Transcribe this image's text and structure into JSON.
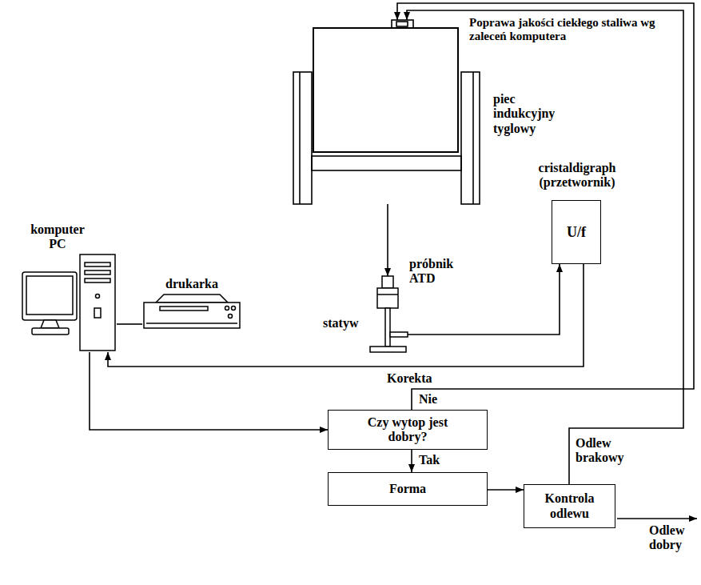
{
  "diagram": {
    "nodes": [
      {
        "text": [
          "piec indukcyjny tyglowy"
        ]
      },
      {
        "text": [
          "próbnik ATD",
          "statyw"
        ]
      },
      {
        "text": [
          "cristaldigraph (przetwornik)",
          "U/f"
        ]
      },
      {
        "text": [
          "komputer PC"
        ]
      },
      {
        "text": [
          "drukarka"
        ]
      },
      {
        "text": [
          "Czy wytop jest dobry?"
        ]
      },
      {
        "text": [
          "Forma"
        ]
      },
      {
        "text": [
          "Kontrola odlewu"
        ]
      }
    ],
    "edges": [
      {
        "from": 0,
        "to": 1,
        "arrow": "to"
      },
      {
        "from": 1,
        "to": 2,
        "arrow": "to"
      },
      {
        "from": 2,
        "to": 3,
        "arrow": "to"
      },
      {
        "from": 3,
        "to": 4,
        "arrow": "none"
      },
      {
        "from": 3,
        "to": 5,
        "arrow": "to"
      },
      {
        "from": 5,
        "to": 0,
        "label": "Korekta",
        "arrow": "to"
      },
      {
        "from": 5,
        "to": 6,
        "label": "Tak",
        "arrow": "to"
      },
      {
        "from": 6,
        "to": 7,
        "arrow": "to"
      },
      {
        "from": 7,
        "to": 0,
        "label": "Odlew brakowy",
        "arrow": "to"
      }
    ],
    "labels": [
      "Poprawa jakości ciekłego staliwa wg zaleceń komputera",
      "Nie",
      "Odlew dobry"
    ]
  }
}
